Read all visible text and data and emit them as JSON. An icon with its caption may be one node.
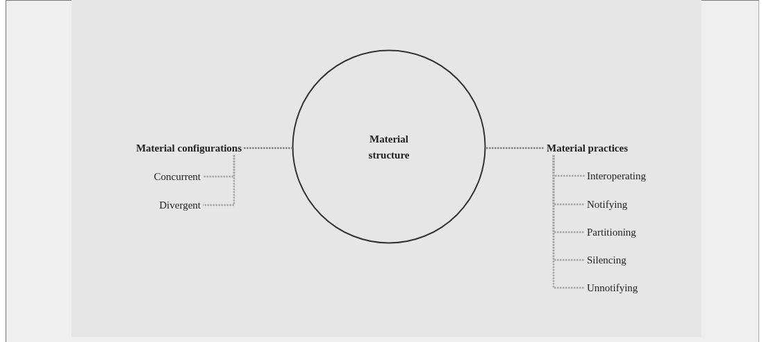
{
  "diagram": {
    "nodes": [
      {
        "text": [
          "Material structure"
        ]
      },
      {
        "text": [
          "Material configurations"
        ]
      },
      {
        "text": [
          "Concurrent"
        ]
      },
      {
        "text": [
          "Divergent"
        ]
      },
      {
        "text": [
          "Material practices"
        ]
      },
      {
        "text": [
          "Interoperating"
        ]
      },
      {
        "text": [
          "Notifying"
        ]
      },
      {
        "text": [
          "Partitioning"
        ]
      },
      {
        "text": [
          "Silencing"
        ]
      },
      {
        "text": [
          "Unnotifying"
        ]
      }
    ],
    "edges": [
      {
        "from": 1,
        "to": 0,
        "arrow": "none",
        "style": "dashed",
        "color": "#808080"
      },
      {
        "from": 1,
        "to": 2,
        "arrow": "none",
        "style": "dashed"
      },
      {
        "from": 1,
        "to": 3,
        "arrow": "none",
        "style": "dashed"
      },
      {
        "from": 0,
        "to": 4,
        "arrow": "none",
        "style": "dashed",
        "color": "#808080"
      },
      {
        "from": 4,
        "to": 5,
        "arrow": "none",
        "style": "dashed"
      },
      {
        "from": 4,
        "to": 6,
        "arrow": "none",
        "style": "dashed"
      },
      {
        "from": 4,
        "to": 7,
        "arrow": "none",
        "style": "dashed"
      },
      {
        "from": 4,
        "to": 8,
        "arrow": "none",
        "style": "dashed"
      },
      {
        "from": 4,
        "to": 9,
        "arrow": "none",
        "style": "dashed"
      }
    ]
  }
}
